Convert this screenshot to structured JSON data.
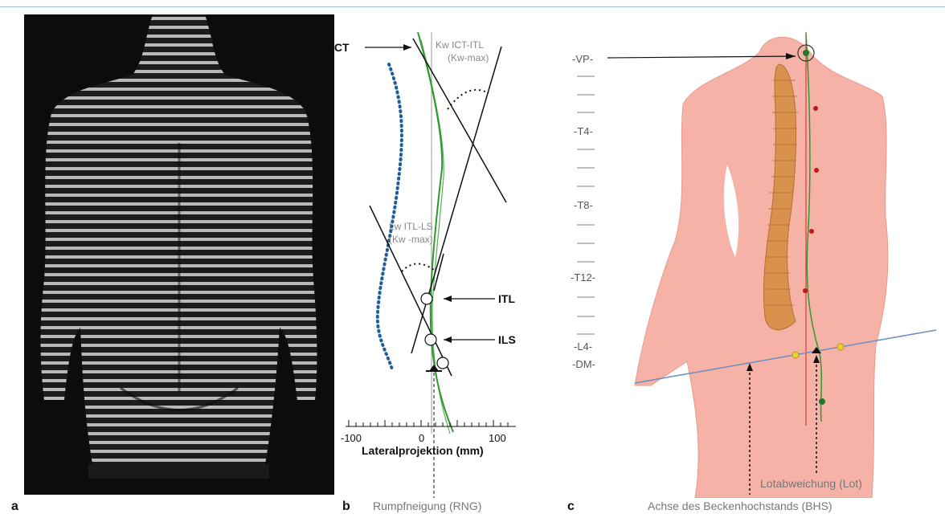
{
  "panels": {
    "a": "a",
    "b": "b",
    "c": "c"
  },
  "panel_b": {
    "ict": "ICT",
    "kw_ict_itl_1": "Kw ICT-ITL",
    "kw_ict_itl_2": "(Kw-max)",
    "kw_itl_ls_1": "Lw ITL-LS",
    "kw_itl_ls_2": "(Kw -max)",
    "itl": "ITL",
    "ils": "ILS",
    "tick_minus100": "-100",
    "tick_0": "0",
    "tick_100": "100",
    "axis_label": "Lateralprojektion (mm)",
    "rumpf": "Rumpfneigung (RNG)"
  },
  "panel_c": {
    "levels": [
      "-VP-",
      "-T4-",
      "-T8-",
      "-T12-",
      "-L4-",
      "-DM-"
    ],
    "lot": "Lotabweichung (Lot)",
    "bhs": "Achse des Beckenhochstands (BHS)"
  },
  "colors": {
    "green_line": "#2e9a2e",
    "blue_dots": "#1f5c9c",
    "bhs_axis": "#6a8fc0",
    "red_line": "#d04040",
    "skin": "#f6b2a6",
    "vertebra": "#d9924e"
  }
}
